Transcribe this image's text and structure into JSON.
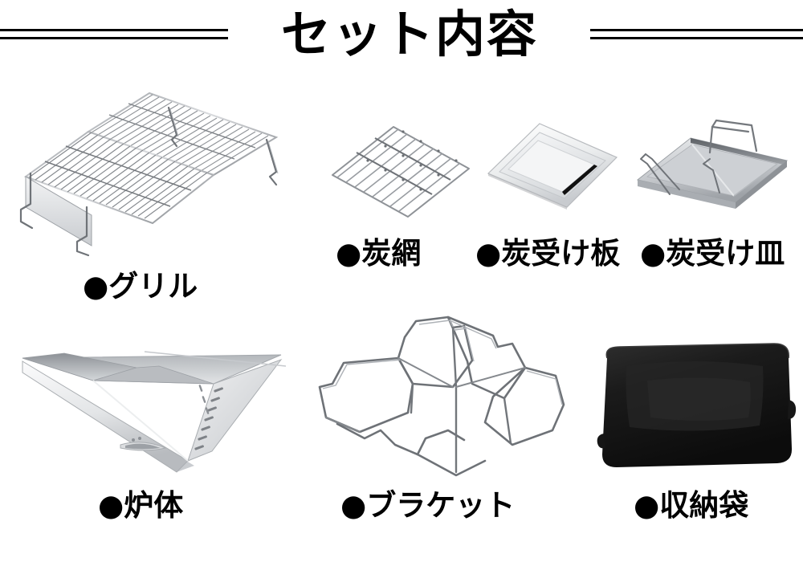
{
  "header": {
    "title": "セット内容",
    "rule_color": "#000000"
  },
  "items": [
    {
      "id": "grill",
      "label": "●グリル",
      "bullet": "●",
      "name": "グリル",
      "material_color": "#b9bcc0"
    },
    {
      "id": "charcoal-net",
      "label": "●炭網",
      "bullet": "●",
      "name": "炭網",
      "material_color": "#b9bcc0"
    },
    {
      "id": "charcoal-plate",
      "label": "●炭受け板",
      "bullet": "●",
      "name": "炭受け板",
      "material_color": "#d8dadd"
    },
    {
      "id": "charcoal-tray",
      "label": "●炭受け皿",
      "bullet": "●",
      "name": "炭受け皿",
      "material_color": "#c3c6ca"
    },
    {
      "id": "firebox",
      "label": "●炉体",
      "bullet": "●",
      "name": "炉体",
      "material_color": "#cfd2d6"
    },
    {
      "id": "bracket",
      "label": "●ブラケット",
      "bullet": "●",
      "name": "ブラケット",
      "material_color": "#9fa3a8"
    },
    {
      "id": "storage-bag",
      "label": "●収納袋",
      "bullet": "●",
      "name": "収納袋",
      "material_color": "#1a1a1a"
    }
  ],
  "colors": {
    "background": "#ffffff",
    "text": "#000000",
    "steel_light": "#e9ebed",
    "steel_mid": "#b6b9bd",
    "steel_dark": "#7c8085",
    "bag_black": "#171717"
  }
}
